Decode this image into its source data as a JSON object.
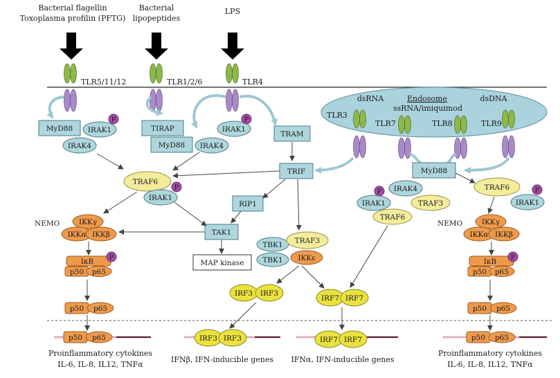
{
  "ligands": {
    "flagellin_line1": "Bacterial flagellin",
    "flagellin_line2": "Toxoplasma profilin (PFTG)",
    "lipopeptides_line1": "Bacterial",
    "lipopeptides_line2": "lipopeptides",
    "lps": "LPS"
  },
  "receptors": {
    "tlr5": "TLR5/11/12",
    "tlr126": "TLR1/2/6",
    "tlr4": "TLR4",
    "tlr3": "TLR3",
    "tlr7": "TLR7",
    "tlr8": "TLR8",
    "tlr9": "TLR9"
  },
  "endosome": {
    "title": "Endosome",
    "dsrna": "dsRNA",
    "ssrna": "ssRNA/imiquimod",
    "dsdna": "dsDNA"
  },
  "nodes": {
    "myd88": "MyD88",
    "irak1": "IRAK1",
    "irak4": "IRAK4",
    "p": "P",
    "tirap": "TIRAP",
    "tram": "TRAM",
    "trif": "TRIF",
    "traf6": "TRAF6",
    "traf3": "TRAF3",
    "rip1": "RIP1",
    "tak1": "TAK1",
    "map_kinase": "MAP kinase",
    "tbk1": "TBK1",
    "ikke": "IKKε",
    "nemo": "NEMO",
    "ikkg": "IKKγ",
    "ikka": "IKKα",
    "ikkb": "IKKβ",
    "ikb": "IκB",
    "p50": "p50",
    "p65": "p65",
    "irf3": "IRF3",
    "irf7": "IRF7"
  },
  "outputs": {
    "proinflammatory_1": "Proinflammatory cytokines",
    "proinflammatory_2": "IL-6, IL-8, IL12, TNFα",
    "ifnb": "IFNβ, IFN-inducible genes",
    "ifna": "IFNα, IFN-inducible genes"
  },
  "colors": {
    "tlr_green": "#8db84a",
    "tlr_purple": "#a98ac9",
    "box_blue": "#aed6dc",
    "traf_yellow": "#f3ec9c",
    "orange": "#ee9a4d",
    "irf_yellow": "#e9e23e",
    "phospho": "#a64ca6",
    "endosome": "#aad3dd"
  }
}
